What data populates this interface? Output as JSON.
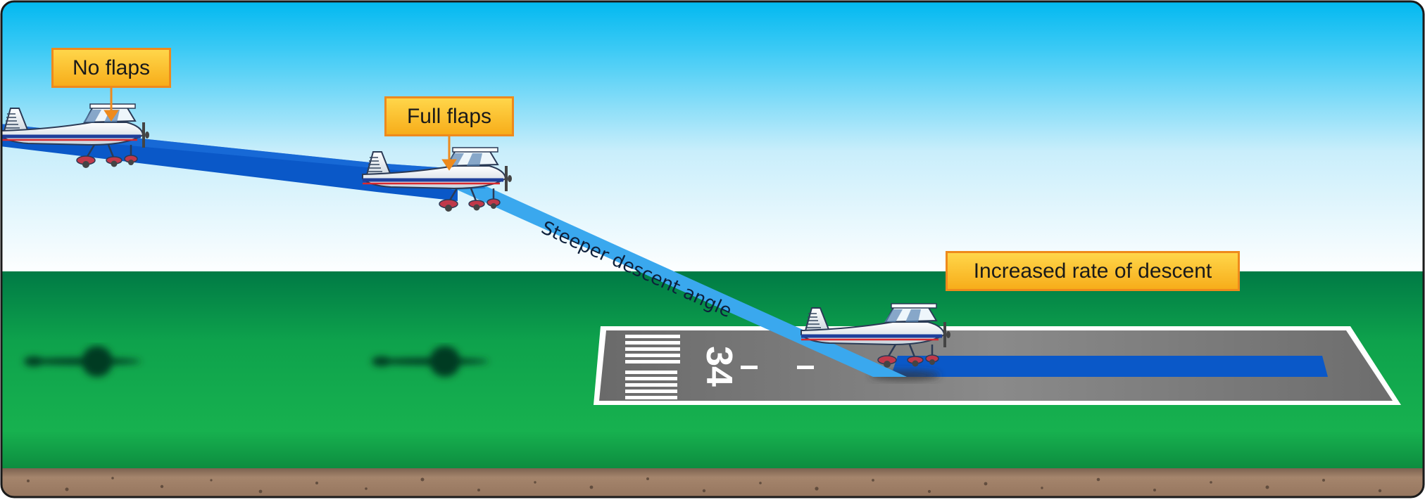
{
  "labels": {
    "no_flaps": "No flaps",
    "full_flaps": "Full flaps",
    "increased_rate": "Increased rate of descent",
    "steeper_angle": "Steeper descent angle",
    "runway_number": "34"
  },
  "colors": {
    "sky_top": "#00b8f0",
    "sky_bottom": "#ffffff",
    "grass_dark": "#007a45",
    "grass_light": "#17b14f",
    "soil": "#9a7a63",
    "runway": "#777777",
    "path_normal": "#0a58c8",
    "path_steep": "#3aa8ee",
    "callout_fill": "#fcc530",
    "callout_border": "#ee8a1c"
  }
}
